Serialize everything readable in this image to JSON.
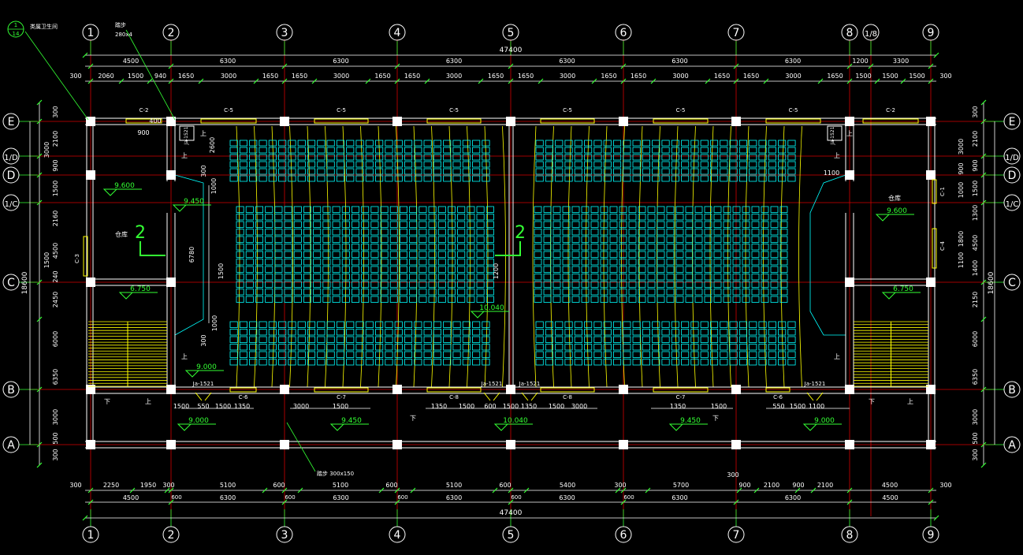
{
  "drawing": {
    "colors": {
      "background": "#000000",
      "grid_axis": "#d40000",
      "wall": "#ffffff",
      "dimension": "#ffffff",
      "dimension_tick": "#33ff33",
      "seat": "#00ffff",
      "stair_window": "#ffff00",
      "leader": "#33ff33",
      "level_marker": "#33ff33",
      "label_text": "#ffffff"
    },
    "top_axes": [
      "1",
      "2",
      "3",
      "4",
      "5",
      "6",
      "7",
      "8",
      "1/8",
      "9"
    ],
    "bottom_axes": [
      "1",
      "2",
      "3",
      "4",
      "5",
      "6",
      "7",
      "8",
      "9"
    ],
    "left_axes": [
      "E",
      "1/D",
      "D",
      "1/C",
      "C",
      "B",
      "A"
    ],
    "right_axes": [
      "E",
      "1/D",
      "D",
      "1/C",
      "C",
      "B",
      "A"
    ],
    "top_dims": {
      "total": "47400",
      "bays": [
        "4500",
        "6300",
        "6300",
        "6300",
        "6300",
        "6300",
        "6300",
        "1200",
        "3300"
      ],
      "edge_left": "300",
      "edge_right": "300",
      "detail": [
        "2060",
        "1500",
        "940",
        "1650",
        "3000",
        "1650",
        "1650",
        "3000",
        "1650",
        "1650",
        "3000",
        "1650",
        "1650",
        "3000",
        "1650",
        "1650",
        "3000",
        "1650",
        "1650",
        "3000",
        "1650",
        "1500",
        "1500",
        "1500"
      ]
    },
    "bottom_dims": {
      "total": "47400",
      "bays": [
        "4500",
        "6300",
        "6300",
        "6300",
        "6300",
        "6300",
        "6300",
        "4500"
      ],
      "edge_left": "300",
      "edge_right": "300",
      "detail": [
        "2250",
        "1950",
        "300",
        "5100",
        "600",
        "5100",
        "600",
        "5100",
        "600",
        "5400",
        "300",
        "5700",
        "900",
        "2100",
        "900",
        "2100",
        "4500"
      ],
      "sub": [
        "600",
        "600",
        "600",
        "600",
        "600",
        "300"
      ],
      "extra": "300"
    },
    "left_dims": {
      "total": "18600",
      "outer": [
        "300",
        "2100",
        "900",
        "1500",
        "2160",
        "4500",
        "240",
        "2450",
        "6000",
        "6350",
        "3000",
        "500",
        "300"
      ],
      "inner": [
        "3000",
        "1500"
      ]
    },
    "right_dims": {
      "total": "18600",
      "outer": [
        "300",
        "2100",
        "900",
        "1500",
        "1300",
        "4500",
        "1400",
        "2150",
        "6000",
        "6350",
        "3000",
        "500",
        "300"
      ],
      "inner": [
        "3000",
        "900",
        "1000",
        "1800",
        "1100"
      ]
    },
    "windows_top": [
      "C-2",
      "C-5",
      "C-5",
      "C-5",
      "C-5",
      "C-5",
      "C-5",
      "C-2"
    ],
    "windows_bottom": [
      "C-6",
      "C-7",
      "C-8",
      "C-8",
      "C-7",
      "C-6"
    ],
    "doors": [
      "Ja-1521",
      "Ja-1521",
      "Ja-1521",
      "Ja-1521"
    ],
    "side_windows": [
      "C-3",
      "C-1",
      "C-4"
    ],
    "levels": [
      "9.600",
      "9.450",
      "6.750",
      "9.000",
      "9.000",
      "9.450",
      "10.040",
      "10.040",
      "9.450",
      "9.000",
      "9.600",
      "6.750"
    ],
    "dims_inner": [
      "6780",
      "1500",
      "1200",
      "1000",
      "1000",
      "2600",
      "300",
      "300",
      "400",
      "900",
      "1100",
      "1500",
      "550",
      "1500",
      "1350",
      "3000",
      "1500",
      "1350",
      "1500",
      "600",
      "1500",
      "1350",
      "1500",
      "3000",
      "1350",
      "1500",
      "550",
      "1500",
      "1100"
    ],
    "notes": {
      "top_left_ref": "1",
      "top_left_ref_sub": "14",
      "top_left_note": "类属卫生间",
      "stair_note": "踏步",
      "stair_note_sub": "280x4",
      "step_note": "踏步 300x150",
      "room_left": "仓库",
      "room_right": "仓库",
      "section_mark": "2",
      "up": "上",
      "down": "下",
      "ja_label_small": "Ja-1521"
    }
  }
}
